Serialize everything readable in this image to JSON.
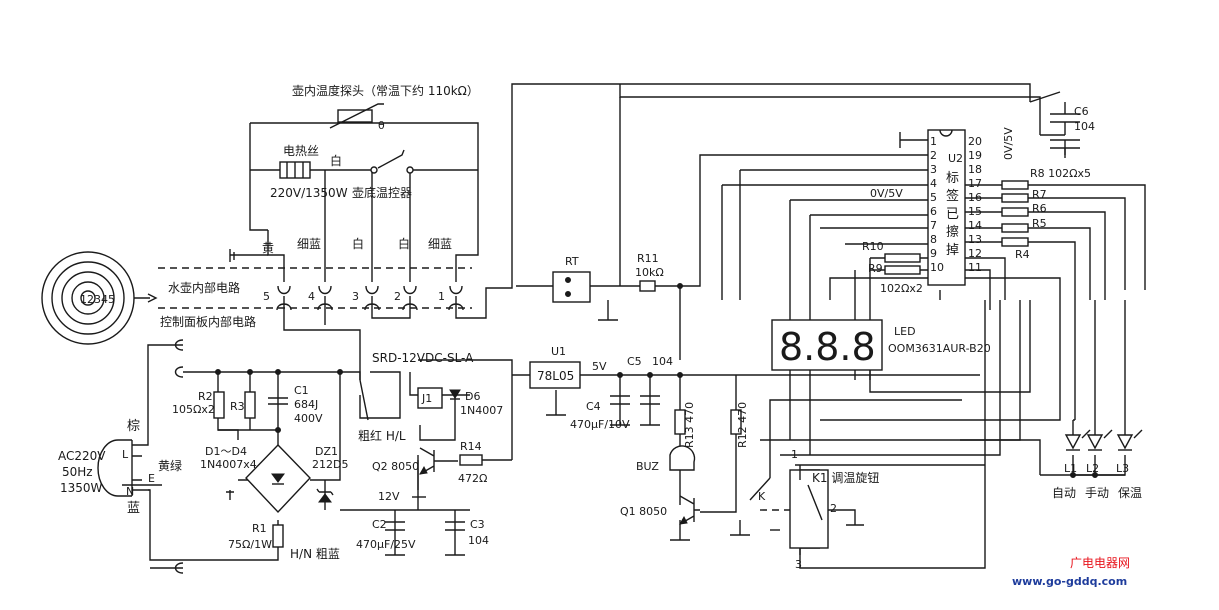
{
  "labels": {
    "probe": "壶内温度探头（常温下约 110kΩ）",
    "heater": "电热丝",
    "heater_rating": "220V/1350W",
    "white_top": "白",
    "base_thermostat": "壶底温控器",
    "wire_yellow": "黄",
    "wire_thin_blue_1": "细蓝",
    "wire_white_1": "白",
    "wire_white_2": "白",
    "wire_thin_blue_2": "细蓝",
    "pin5": "5",
    "pin4": "4",
    "pin3": "3",
    "pin2": "2",
    "pin1": "1",
    "kettle_circuit": "水壶内部电路",
    "panel_circuit": "控制面板内部电路",
    "connector_digits": "12345",
    "ac_in": "AC220V",
    "ac_freq": "50Hz",
    "ac_power": "1350W",
    "brown": "棕",
    "L": "L",
    "N": "N",
    "E": "E",
    "blue": "蓝",
    "yellow_green": "黄绿",
    "R2": "R2",
    "R2_val": "105Ωx2",
    "R3": "R3",
    "C1": "C1",
    "C1_val1": "684J",
    "C1_val2": "400V",
    "D1D4": "D1～D4",
    "D1D4_val": "1N4007x4",
    "DZ1": "DZ1",
    "DZ1_val": "212D5",
    "R1": "R1",
    "R1_val": "75Ω/1W",
    "HN_thick_blue": "H/N 粗蓝",
    "relay": "SRD-12VDC-SL-A",
    "J1": "J1",
    "D6": "D6",
    "D6_val": "1N4007",
    "thick_red": "粗红 H/L",
    "Q2": "Q2  8050",
    "R14": "R14",
    "R14_val": "472Ω",
    "v12": "12V",
    "C2": "C2",
    "C2_val": "470μF/25V",
    "C3": "C3",
    "C3_val": "104",
    "U1": "U1",
    "U1_part": "78L05",
    "v5": "5V",
    "C5": "C5",
    "C5_val": "104",
    "C4": "C4",
    "C4_val": "470μF/10V",
    "RT": "RT",
    "R11": "R11",
    "R11_val": "10kΩ",
    "R13": "R13  470",
    "R12": "R12  470",
    "BUZ": "BUZ",
    "Q1": "Q1  8050",
    "K": "K",
    "K1": "K1 调温旋钮",
    "k1_pin1": "1",
    "k1_pin2": "2",
    "k1_pin3": "3",
    "U2": "U2",
    "u2_0v5v_top": "0V/5V",
    "u2_0v5v": "0V/5V",
    "u2_label_1": "标",
    "u2_label_2": "签",
    "u2_label_3": "已",
    "u2_label_4": "擦",
    "u2_label_5": "掉",
    "C6": "C6",
    "C6_val": "104",
    "R8": "R8  102Ωx5",
    "R7": "R7",
    "R6": "R6",
    "R5": "R5",
    "R4": "R4",
    "R10": "R10",
    "R9": "R9",
    "R9R10_val": "102Ωx2",
    "LED": "LED",
    "LED_part": "OOM3631AUR-B20",
    "seg_digits": "8.8.8",
    "L1": "L1",
    "L2": "L2",
    "L3": "L3",
    "mode_auto": "自动",
    "mode_manual": "手动",
    "mode_keep": "保温",
    "probe_mark": "θ",
    "wm_cn": "广电电器网",
    "wm_url": "www.go-gddq.com"
  },
  "u2_pins_left": [
    "1",
    "2",
    "3",
    "4",
    "5",
    "6",
    "7",
    "8",
    "9",
    "10"
  ],
  "u2_pins_right": [
    "20",
    "19",
    "18",
    "17",
    "16",
    "15",
    "14",
    "13",
    "12",
    "11"
  ],
  "colors": {
    "ink": "#1a1a1a",
    "wm_red": "#e8141c",
    "wm_blue": "#1e3c9c"
  }
}
